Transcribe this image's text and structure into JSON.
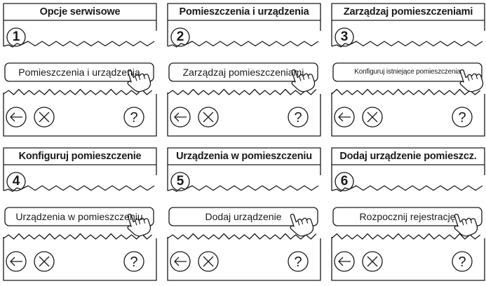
{
  "panels": [
    {
      "step": "1",
      "title": "Opcje serwisowe",
      "button": "Pomieszczenia i urządzenia",
      "small": false
    },
    {
      "step": "2",
      "title": "Pomieszczenia i urządzenia",
      "button": "Zarządzaj pomieszczeniami",
      "small": false
    },
    {
      "step": "3",
      "title": "Zarządzaj pomieszczeniami",
      "button": "Konfiguruj istniejące pomieszczenia",
      "small": true
    },
    {
      "step": "4",
      "title": "Konfiguruj pomieszczenie",
      "button": "Urządzenia w pomieszczeniu",
      "small": false
    },
    {
      "step": "5",
      "title": "Urządzenia w pomieszczeniu",
      "button": "Dodaj urządzenie",
      "small": false
    },
    {
      "step": "6",
      "title": "Dodaj urządzenie pomieszcz.",
      "button": "Rozpocznij rejestrację",
      "small": false
    }
  ],
  "controls": {
    "help_glyph": "?",
    "back_icon": "arrow-left-icon",
    "cancel_icon": "close-icon",
    "pointer_icon": "hand-pointer-icon"
  },
  "colors": {
    "stroke": "#1a1a1a",
    "background": "#ffffff"
  }
}
